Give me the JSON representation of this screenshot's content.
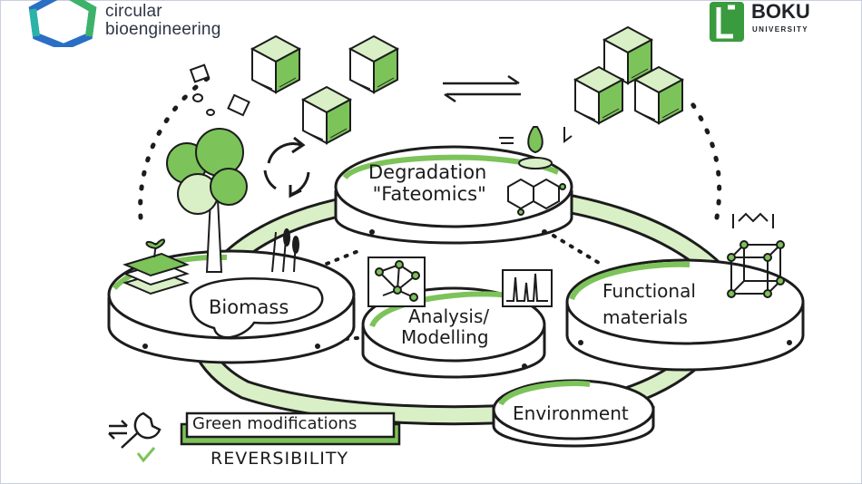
{
  "brand_left": {
    "line1": "circular",
    "line2": "bioengineering"
  },
  "brand_right": {
    "name": "BOKU",
    "sub": "UNIVERSITY"
  },
  "nodes": {
    "degradation": {
      "line1": "Degradation",
      "line2": "\"Fateomics\""
    },
    "biomass": {
      "label": "Biomass"
    },
    "analysis": {
      "line1": "Analysis/",
      "line2": "Modelling"
    },
    "functional": {
      "line1": "Functional",
      "line2": "materials"
    },
    "environment": {
      "label": "Environment"
    }
  },
  "banner": {
    "label": "Green modifications"
  },
  "footer": {
    "label": "REVERSIBILITY"
  },
  "colors": {
    "green": "#7cc35a",
    "light_green": "#d9efc6",
    "ink": "#1c1c1c",
    "hex_blue": "#2a6fc4",
    "hex_green": "#3db36a"
  }
}
